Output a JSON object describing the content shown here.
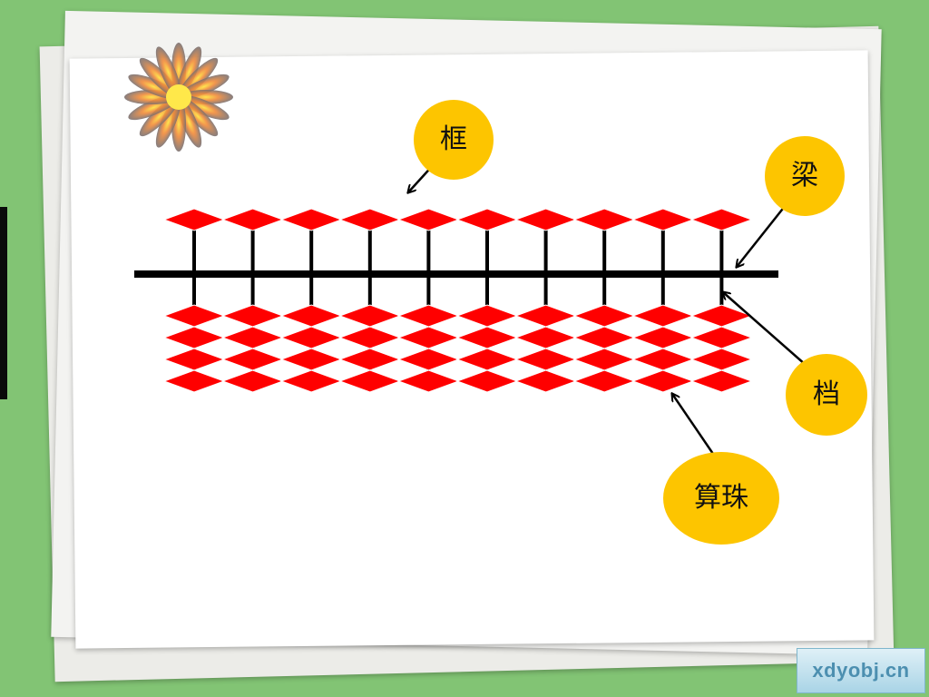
{
  "labels": {
    "frame": "框",
    "beam": "梁",
    "rod": "档",
    "beads": "算珠"
  },
  "abacus": {
    "rods": 10,
    "upper_beads_per_rod": 1,
    "lower_beads_per_rod": 4
  },
  "watermark": "xdyobj.cn",
  "colors": {
    "background": "#82c474",
    "bead": "#ff0000",
    "label_circle": "#fdc500",
    "line": "#000000"
  }
}
